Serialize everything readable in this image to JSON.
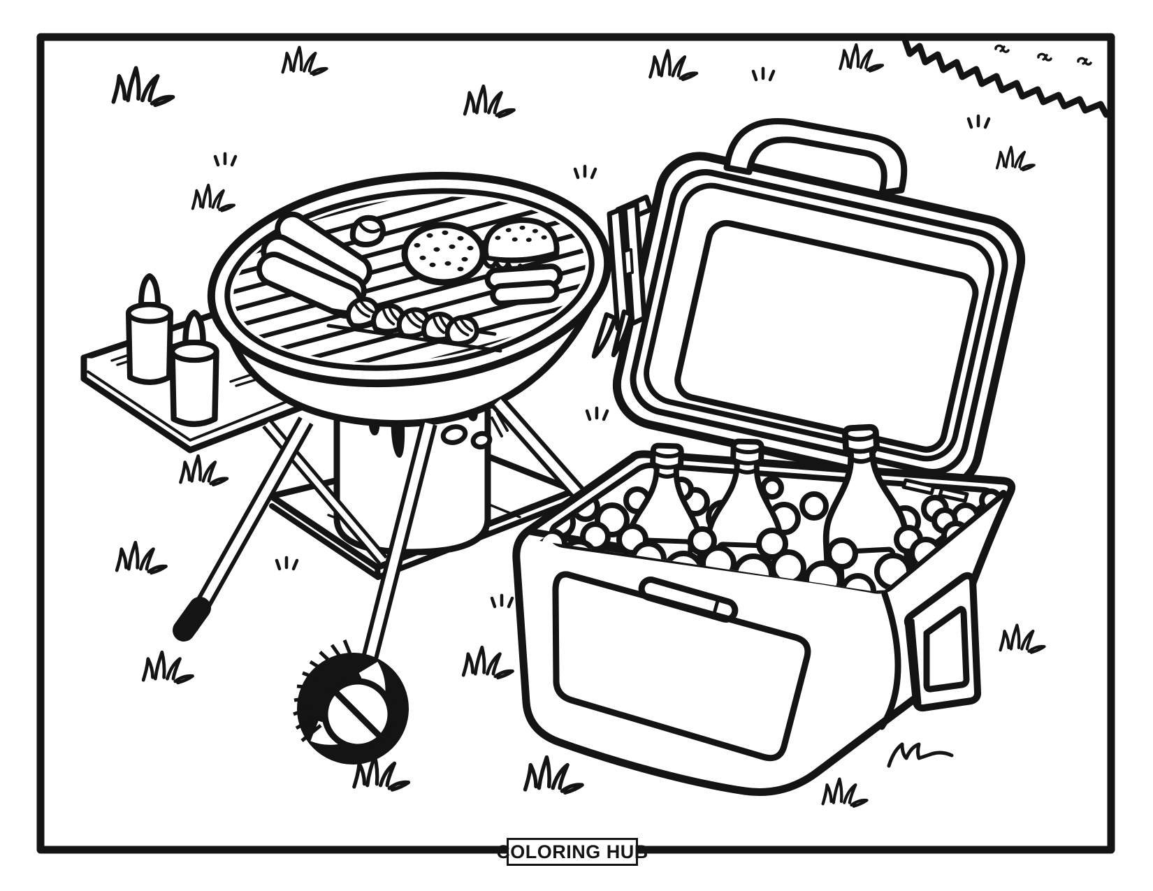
{
  "footer": {
    "brand_label": "COLORING HUB"
  },
  "palette": {
    "ink": "#141414",
    "paper": "#ffffff"
  },
  "scene": {
    "type": "coloring-page",
    "subject": "Backyard barbecue: kettle grill with hot dogs, burgers and shrimp skewers, side table with squeeze bottles, and an open cooler filled with ice and drink bottles",
    "objects": [
      "kettle-grill",
      "grill-grate",
      "hot-dogs",
      "kebab-bite",
      "sesame-burger-bun",
      "layered-burger",
      "shrimp-skewers",
      "grill-tongs",
      "grill-pedestal",
      "grill-shelf",
      "grill-legs",
      "grill-wheel",
      "side-table",
      "squeeze-bottles",
      "cooler-lid",
      "cooler-lid-handle",
      "cooler-body",
      "cooler-latch",
      "cooler-side-handle",
      "drink-bottles",
      "ice",
      "grass-tufts",
      "bush-hedge"
    ]
  }
}
